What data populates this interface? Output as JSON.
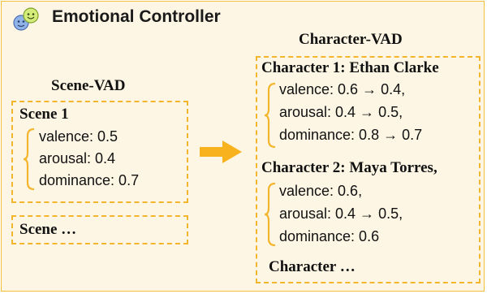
{
  "header": {
    "title": "Emotional Controller",
    "logo_icon": "emoji-faces-icon"
  },
  "scene_vad": {
    "heading": "Scene-VAD",
    "scene1": {
      "label": "Scene 1",
      "valence": "valence: 0.5",
      "arousal": "arousal: 0.4",
      "dominance": "dominance: 0.7"
    },
    "more_label": "Scene …"
  },
  "character_vad": {
    "heading": "Character-VAD",
    "characters": [
      {
        "label": "Character 1: Ethan Clarke",
        "valence": "valence: 0.6 → 0.4,",
        "arousal": "arousal: 0.4 → 0.5,",
        "dominance": "dominance: 0.8 → 0.7"
      },
      {
        "label": "Character 2: Maya Torres,",
        "valence": "valence: 0.6,",
        "arousal": "arousal: 0.4 → 0.5,",
        "dominance": "dominance: 0.6"
      }
    ],
    "more_label": "Character …"
  },
  "colors": {
    "accent": "#f3b52b",
    "panel_bg": "#fdf6e4",
    "panel_border": "#f3bf3a"
  }
}
